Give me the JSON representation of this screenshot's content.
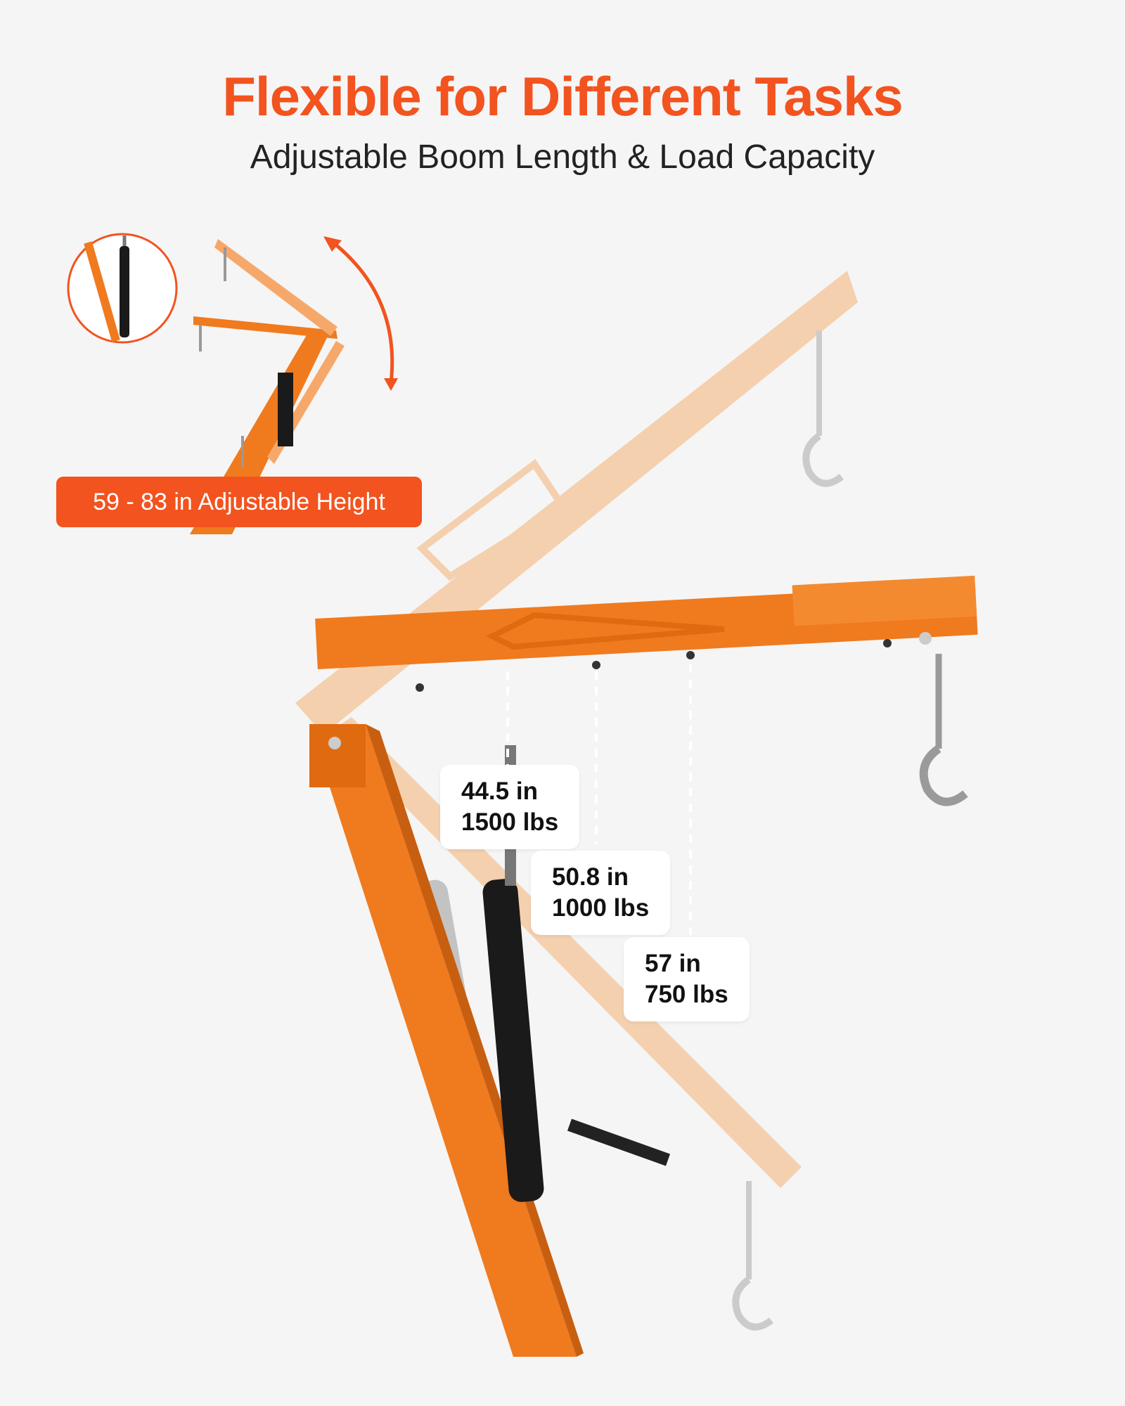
{
  "header": {
    "title": "Flexible for Different Tasks",
    "subtitle": "Adjustable Boom Length & Load Capacity"
  },
  "height_badge": {
    "label": "59 - 83 in Adjustable Height"
  },
  "specs": [
    {
      "length": "44.5 in",
      "capacity": "1500 lbs"
    },
    {
      "length": "50.8 in",
      "capacity": "1000 lbs"
    },
    {
      "length": "57 in",
      "capacity": "750 lbs"
    }
  ],
  "colors": {
    "accent": "#f2531f",
    "crane": "#f07a1e",
    "crane_faded": "#f6c8a0",
    "background": "#f5f5f5"
  }
}
